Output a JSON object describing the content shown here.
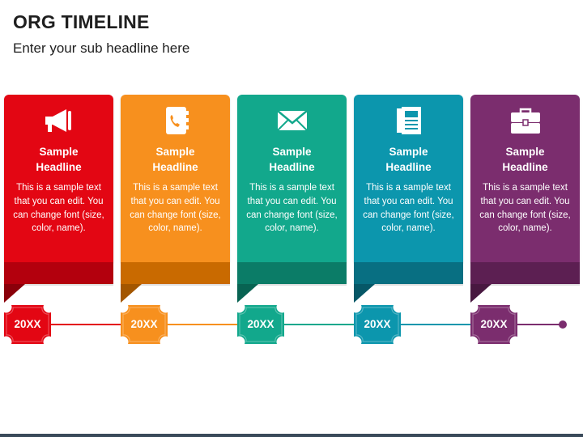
{
  "header": {
    "title": "ORG TIMELINE",
    "subtitle": "Enter your sub headline here"
  },
  "milestones": [
    {
      "headline_line1": "Sample",
      "headline_line2": "Headline",
      "body": "This is a sample text that you can edit. You can change font (size, color, name).",
      "date": "20XX",
      "icon": "megaphone-icon",
      "color": "#e30613",
      "band_color": "#b3000d"
    },
    {
      "headline_line1": "Sample",
      "headline_line2": "Headline",
      "body": "This is a sample text that you can edit. You can change font (size, color, name).",
      "date": "20XX",
      "icon": "address-book-icon",
      "color": "#f7901e",
      "band_color": "#c96a00"
    },
    {
      "headline_line1": "Sample",
      "headline_line2": "Headline",
      "body": "This is a sample text that you can edit. You can change font (size, color, name).",
      "date": "20XX",
      "icon": "envelope-icon",
      "color": "#12a88c",
      "band_color": "#0b7c67"
    },
    {
      "headline_line1": "Sample",
      "headline_line2": "Headline",
      "body": "This is a sample text that you can edit. You can change font (size, color, name).",
      "date": "20XX",
      "icon": "newspaper-icon",
      "color": "#0c96ad",
      "band_color": "#086f82"
    },
    {
      "headline_line1": "Sample",
      "headline_line2": "Headline",
      "body": "This is a sample text that you can edit. You can change font (size, color, name).",
      "date": "20XX",
      "icon": "briefcase-icon",
      "color": "#7b2d6e",
      "band_color": "#5c1f52"
    }
  ]
}
